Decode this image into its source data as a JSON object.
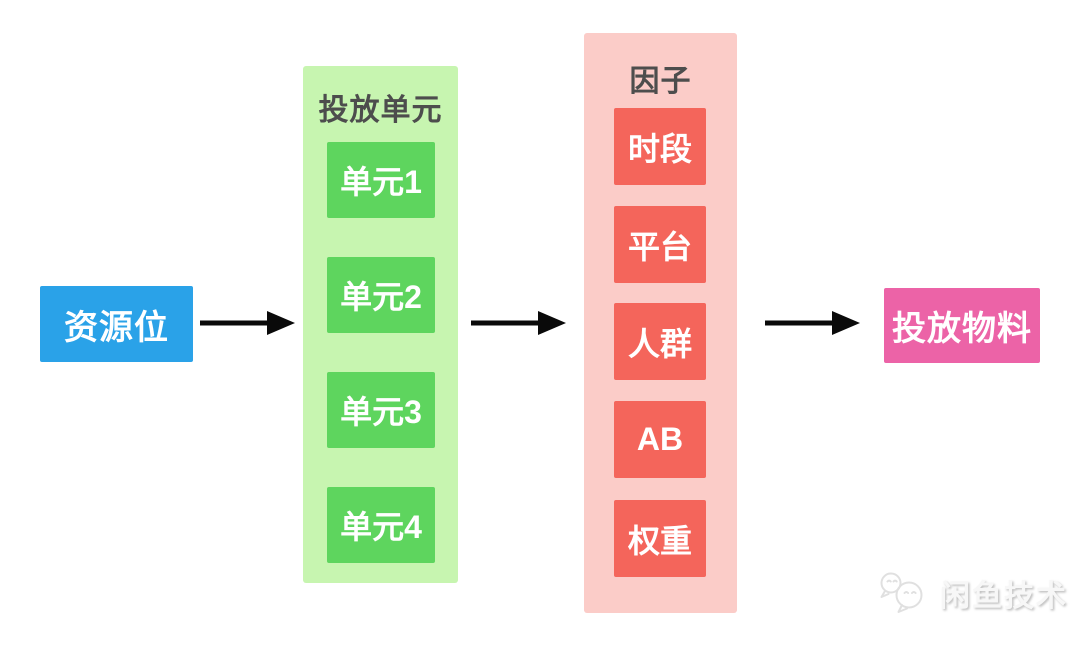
{
  "colors": {
    "canvas-bg": "#ffffff",
    "blue": "#2AA2E8",
    "green-light": "#C7F5B0",
    "green": "#5ED55E",
    "pink-light": "#FBCCC8",
    "red": "#F4655B",
    "magenta": "#EC63A7",
    "title-gray": "#4D4D4D",
    "arrow": "#0a0a0a",
    "watermark": "#dedede"
  },
  "nodes": {
    "source": {
      "label": "资源位"
    },
    "output": {
      "label": "投放物料"
    }
  },
  "groups": {
    "units": {
      "title": "投放单元",
      "items": [
        {
          "label": "单元1"
        },
        {
          "label": "单元2"
        },
        {
          "label": "单元3"
        },
        {
          "label": "单元4"
        }
      ]
    },
    "factors": {
      "title": "因子",
      "items": [
        {
          "label": "时段"
        },
        {
          "label": "平台"
        },
        {
          "label": "人群"
        },
        {
          "label": "AB"
        },
        {
          "label": "权重"
        }
      ]
    }
  },
  "watermark": {
    "text": "闲鱼技术",
    "icon": "wechat-chat-bubbles-icon"
  }
}
